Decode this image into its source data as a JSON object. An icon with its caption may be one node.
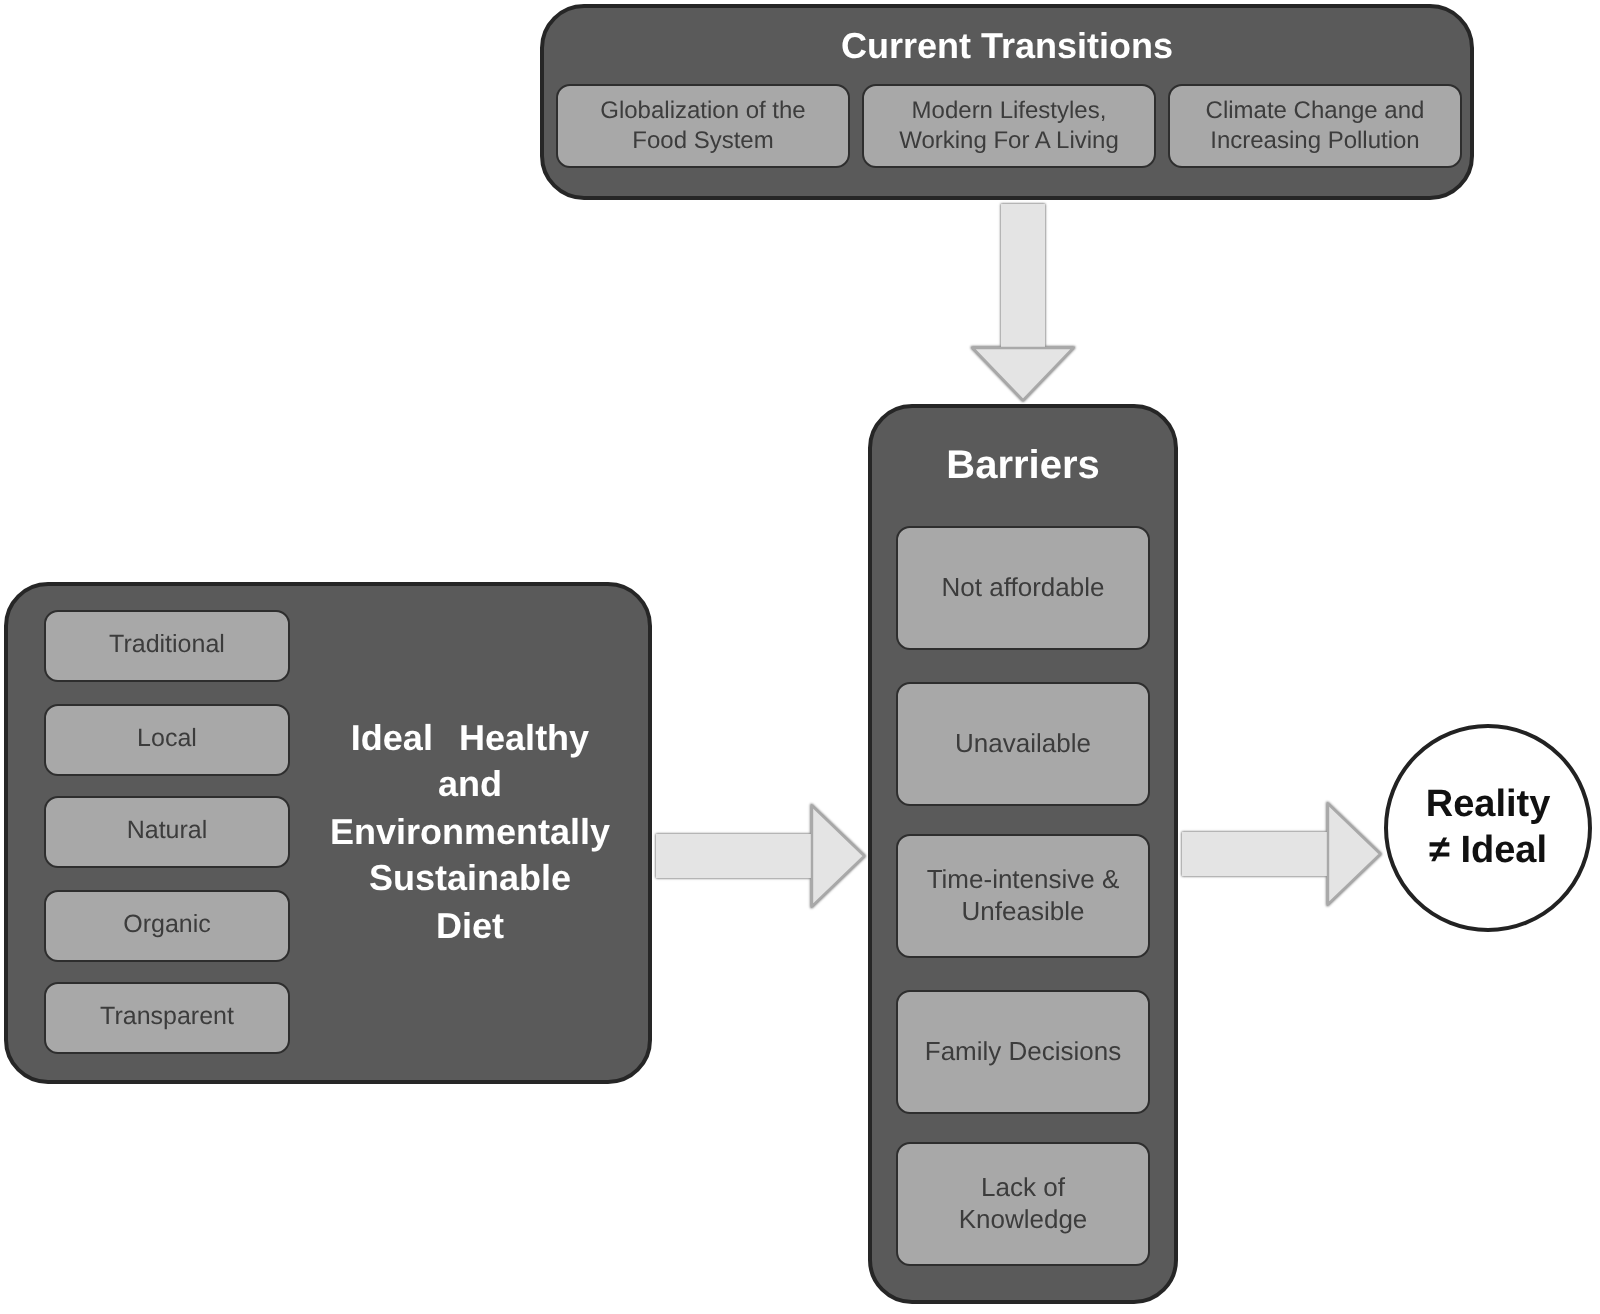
{
  "diagram": {
    "nodes": [
      {
        "text": [
          "Current Transitions"
        ]
      },
      {
        "text": [
          "Globalization of the Food System"
        ],
        "in": 0
      },
      {
        "text": [
          "Modern Lifestyles, Working For A Living"
        ],
        "in": 0
      },
      {
        "text": [
          "Climate Change and Increasing Pollution"
        ],
        "in": 0
      },
      {
        "text": [
          "Ideal Healthy and Environmentally Sustainable Diet"
        ]
      },
      {
        "text": [
          "Traditional"
        ],
        "in": 4
      },
      {
        "text": [
          "Local"
        ],
        "in": 4
      },
      {
        "text": [
          "Natural"
        ],
        "in": 4
      },
      {
        "text": [
          "Organic"
        ],
        "in": 4
      },
      {
        "text": [
          "Transparent"
        ],
        "in": 4
      },
      {
        "text": [
          "Barriers"
        ]
      },
      {
        "text": [
          "Not affordable"
        ],
        "in": 10
      },
      {
        "text": [
          "Unavailable"
        ],
        "in": 10
      },
      {
        "text": [
          "Time-intensive & Unfeasible"
        ],
        "in": 10
      },
      {
        "text": [
          "Family Decisions"
        ],
        "in": 10
      },
      {
        "text": [
          "Lack of Knowledge"
        ],
        "in": 10
      },
      {
        "text": [
          "Reality ≠ Ideal"
        ]
      }
    ],
    "edges": [
      {
        "from": 0,
        "to": 10,
        "arrow": "to"
      },
      {
        "from": 4,
        "to": 10,
        "arrow": "to"
      },
      {
        "from": 10,
        "to": 16,
        "arrow": "to"
      }
    ]
  }
}
